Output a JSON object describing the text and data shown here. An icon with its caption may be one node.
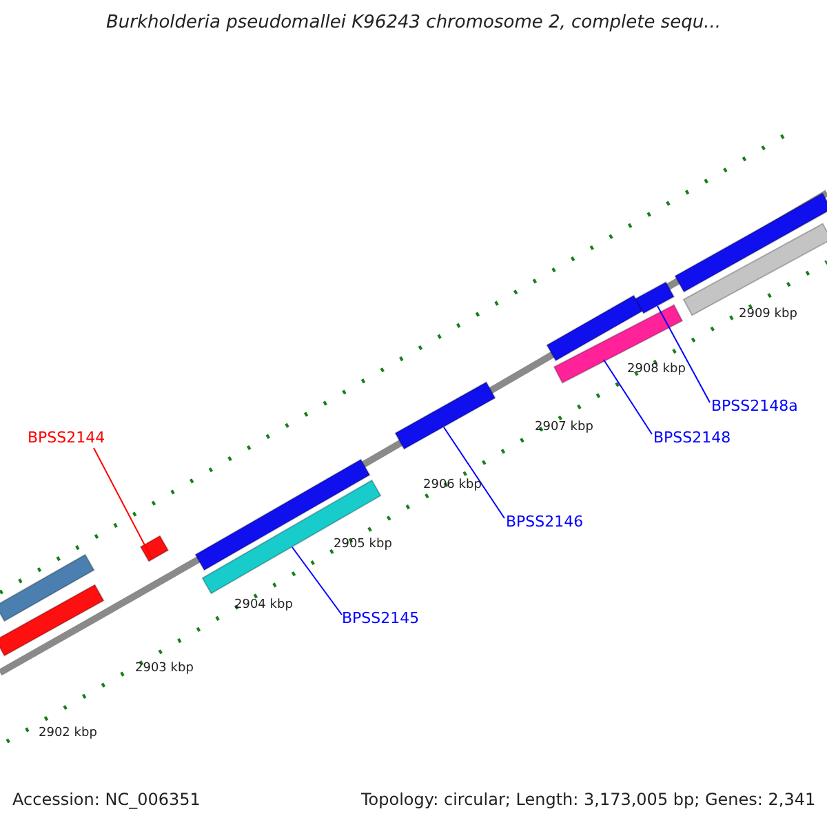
{
  "diagram": {
    "title": "Burkholderia pseudomallei K96243 chromosome 2, complete sequ...",
    "nodes": [
      {
        "text": [
          "BPSS2144"
        ]
      },
      {
        "text": [
          "BPSS2145"
        ]
      },
      {
        "text": [
          "BPSS2146"
        ]
      },
      {
        "text": [
          "BPSS2148"
        ]
      },
      {
        "text": [
          "BPSS2148a"
        ]
      },
      {
        "text": [],
        "shape": "bar"
      },
      {
        "text": [],
        "shape": "bar"
      },
      {
        "text": [],
        "shape": "bar"
      },
      {
        "text": [],
        "shape": "bar"
      },
      {
        "text": [],
        "shape": "bar"
      },
      {
        "text": [],
        "shape": "bar"
      },
      {
        "text": [],
        "shape": "bar"
      },
      {
        "text": [],
        "shape": "bar"
      },
      {
        "text": [],
        "shape": "bar"
      },
      {
        "text": [],
        "shape": "bar"
      },
      {
        "text": [],
        "shape": "bar"
      }
    ],
    "edges": [
      {
        "from": 0,
        "to": 7,
        "arrow": "none",
        "color": "#ff0000"
      },
      {
        "from": 1,
        "to": 9,
        "arrow": "none"
      },
      {
        "from": 2,
        "to": 10,
        "arrow": "none"
      },
      {
        "from": 3,
        "to": 12,
        "arrow": "none"
      },
      {
        "from": 4,
        "to": 13,
        "arrow": "none"
      }
    ],
    "labels": [
      "2909 kbp",
      "2908 kbp",
      "2907 kbp",
      "2906 kbp",
      "2905 kbp",
      "2904 kbp",
      "2903 kbp",
      "2902 kbp",
      "Accession: NC_006351",
      "Topology: circular; Length: 3,173,005 bp; Genes: 2,341"
    ]
  }
}
